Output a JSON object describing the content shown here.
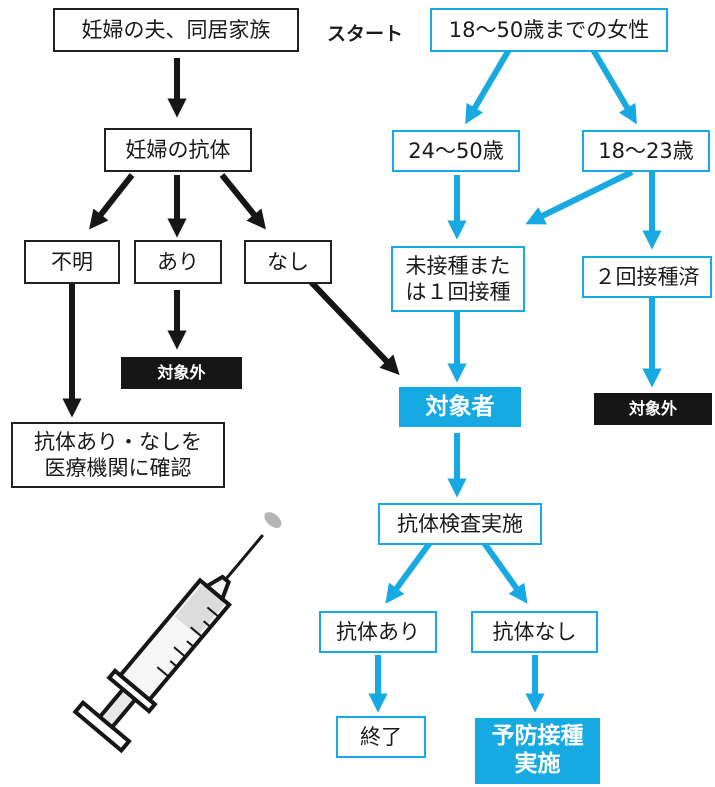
{
  "start_label": "スタート",
  "left_branch": {
    "family": "妊婦の夫、同居家族",
    "antibody": "妊婦の抗体",
    "unknown": "不明",
    "present": "あり",
    "absent": "なし",
    "excluded": "対象外",
    "confirm": "抗体あり・なしを\n医療機関に確認"
  },
  "right_branch": {
    "women": "18〜50歳までの女性",
    "age_24_50": "24〜50歳",
    "age_18_23": "18〜23歳",
    "not_or_once": "未接種また\nは１回接種",
    "twice": "２回接種済",
    "excluded": "対象外",
    "target": "対象者",
    "test": "抗体検査実施",
    "antibody_yes": "抗体あり",
    "antibody_no": "抗体なし",
    "end": "終了",
    "vaccinate": "予防接種\n実施"
  },
  "colors": {
    "black": "#161616",
    "blue": "#17a9e1"
  },
  "illustration": "syringe"
}
